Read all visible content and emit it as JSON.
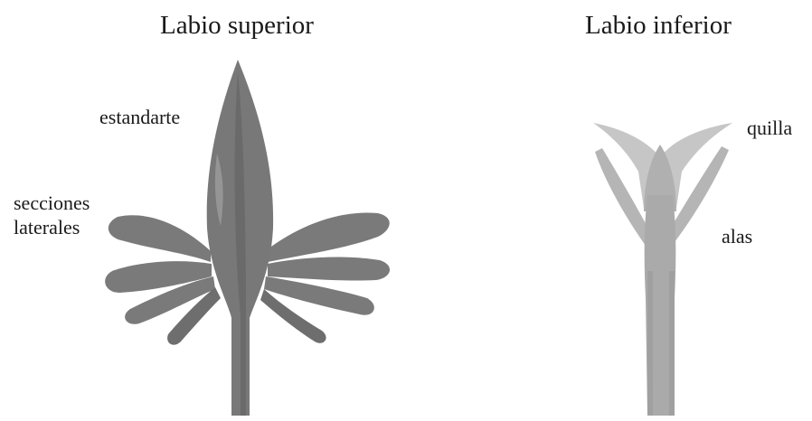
{
  "figure": {
    "upper_lip": {
      "title": "Labio superior",
      "labels": {
        "standard": "estandarte",
        "lateral_line1": "secciones",
        "lateral_line2": "laterales"
      }
    },
    "lower_lip": {
      "title": "Labio inferior",
      "labels": {
        "keel": "quilla",
        "wings": "alas"
      }
    }
  },
  "colors": {
    "upper_petal_fill": "#7a7a7a",
    "upper_petal_dark": "#5e5e5e",
    "lower_petal_fill": "#b0b0b0",
    "lower_petal_light": "#c8c8c8",
    "text": "#1a1a1a",
    "background": "#ffffff"
  }
}
